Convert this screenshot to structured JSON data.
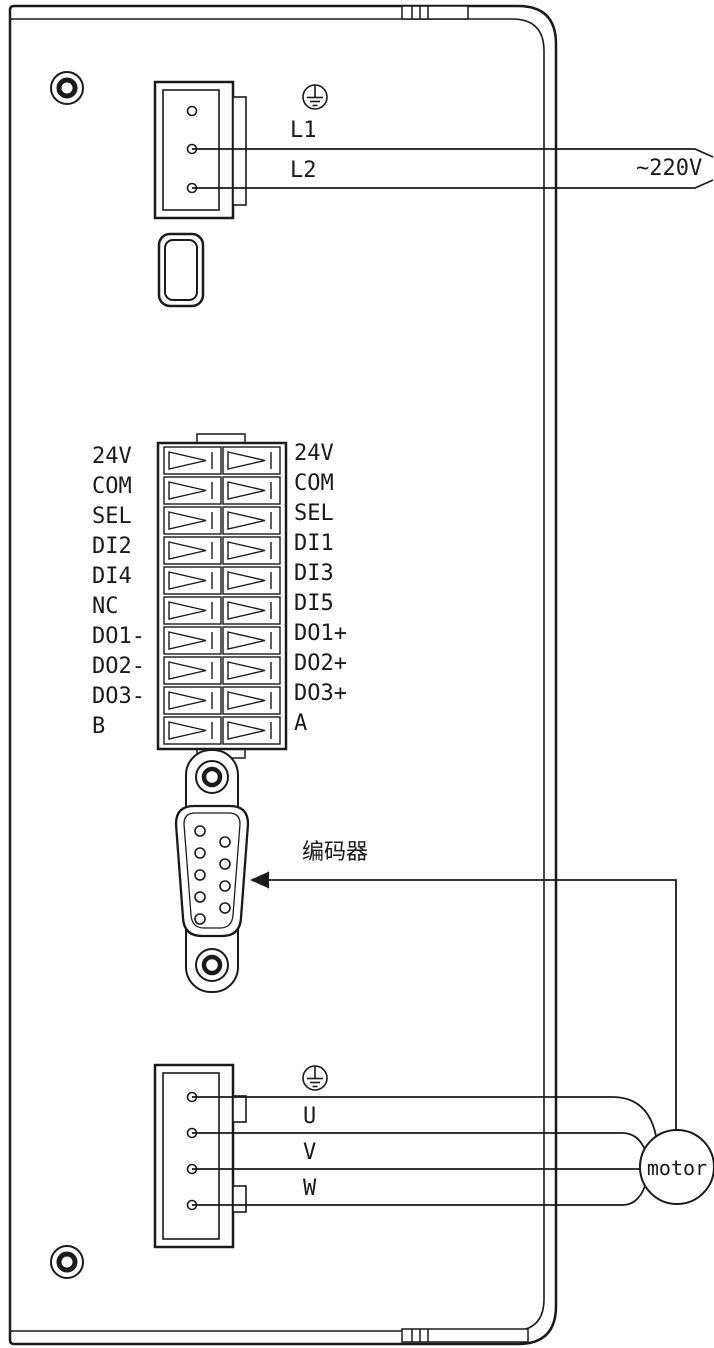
{
  "power": {
    "l1": "L1",
    "l2": "L2",
    "voltage": "~220V"
  },
  "io": {
    "left": [
      "24V",
      "COM",
      "SEL",
      "DI2",
      "DI4",
      "NC",
      "DO1-",
      "DO2-",
      "DO3-",
      "B"
    ],
    "right": [
      "24V",
      "COM",
      "SEL",
      "DI1",
      "DI3",
      "DI5",
      "DO1+",
      "DO2+",
      "DO3+",
      "A"
    ]
  },
  "encoder": {
    "label": "编码器"
  },
  "motor": {
    "label": "motor",
    "phases": {
      "u": "U",
      "v": "V",
      "w": "W"
    }
  },
  "icons": {
    "ground": "protective-earth-icon",
    "arrow": "encoder-direction-arrow"
  },
  "colors": {
    "ink": "#1a1a1a",
    "paper": "#ffffff"
  }
}
